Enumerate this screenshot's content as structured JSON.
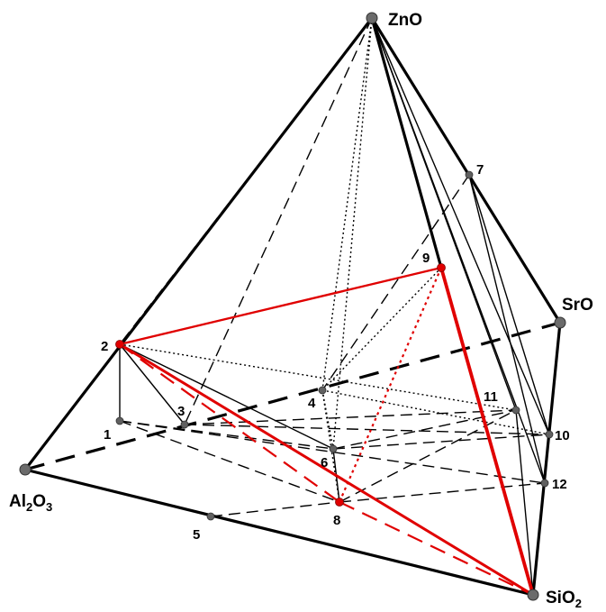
{
  "colors": {
    "line": "#000000",
    "highlight": "#e00000",
    "vertex_fill": "#6b6b6b",
    "point_fill": "#606060",
    "highlight_fill": "#e00000",
    "background": "#ffffff"
  },
  "vertices": {
    "zno": {
      "label": "ZnO"
    },
    "sro": {
      "label": "SrO"
    },
    "al2o3": {
      "label_main": "Al",
      "sub1": "2",
      "mid": "O",
      "sub2": "3"
    },
    "sio2": {
      "label_main": "SiO",
      "sub1": "2"
    }
  },
  "points": [
    {
      "id": "p1",
      "label": "1"
    },
    {
      "id": "p2",
      "label": "2"
    },
    {
      "id": "p3",
      "label": "3"
    },
    {
      "id": "p4",
      "label": "4"
    },
    {
      "id": "p5",
      "label": "5"
    },
    {
      "id": "p6",
      "label": "6"
    },
    {
      "id": "p7",
      "label": "7"
    },
    {
      "id": "p8",
      "label": "8"
    },
    {
      "id": "p9",
      "label": "9"
    },
    {
      "id": "p10",
      "label": "10"
    },
    {
      "id": "p11",
      "label": "11"
    },
    {
      "id": "p12",
      "label": "12"
    }
  ]
}
